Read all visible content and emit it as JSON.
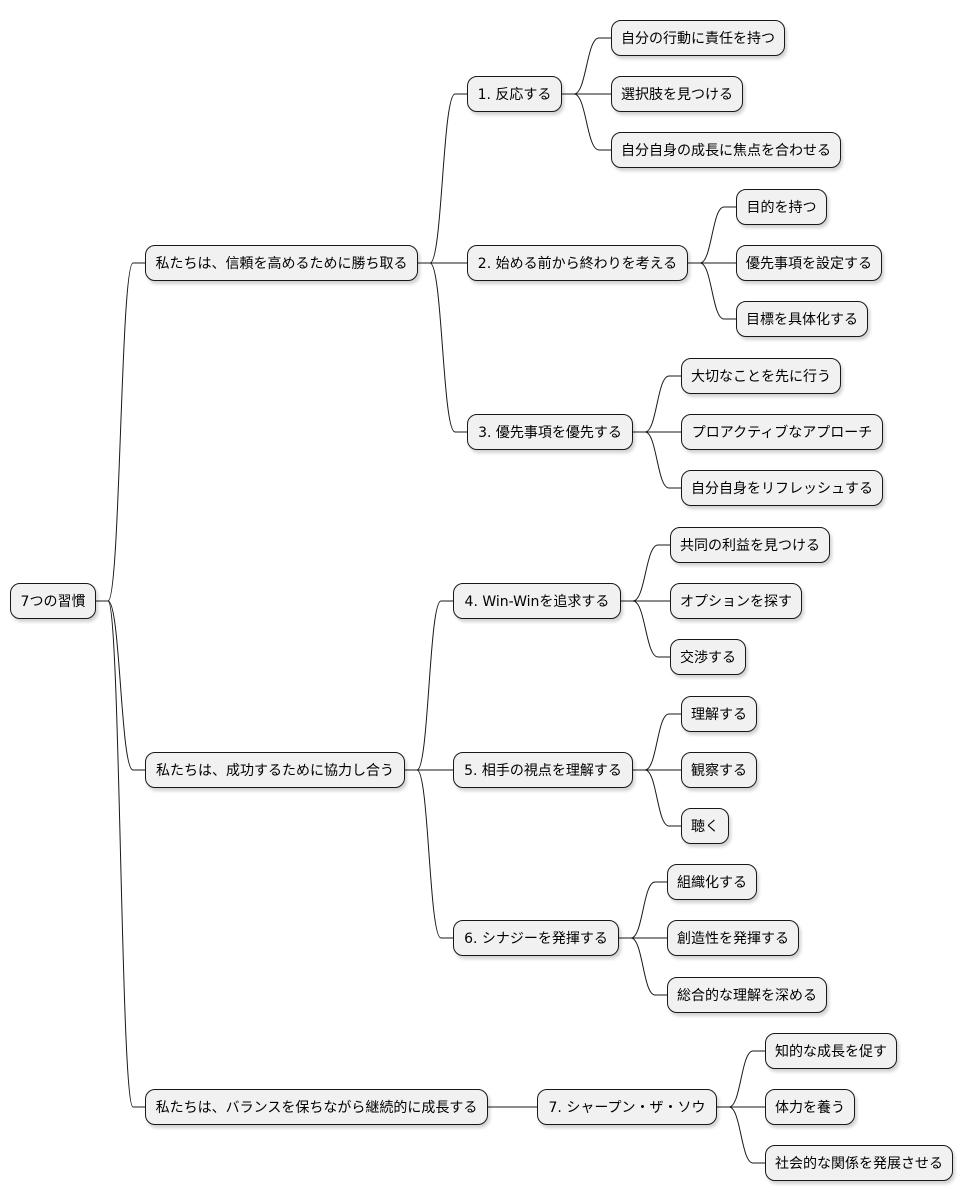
{
  "mindmap": {
    "root": {
      "label": "7つの習慣",
      "children": [
        {
          "label": "私たちは、信頼を高めるために勝ち取る",
          "children": [
            {
              "label": "1. 反応する",
              "children": [
                {
                  "label": "自分の行動に責任を持つ"
                },
                {
                  "label": "選択肢を見つける"
                },
                {
                  "label": "自分自身の成長に焦点を合わせる"
                }
              ]
            },
            {
              "label": "2. 始める前から終わりを考える",
              "children": [
                {
                  "label": "目的を持つ"
                },
                {
                  "label": "優先事項を設定する"
                },
                {
                  "label": "目標を具体化する"
                }
              ]
            },
            {
              "label": "3. 優先事項を優先する",
              "children": [
                {
                  "label": "大切なことを先に行う"
                },
                {
                  "label": "プロアクティブなアプローチ"
                },
                {
                  "label": "自分自身をリフレッシュする"
                }
              ]
            }
          ]
        },
        {
          "label": "私たちは、成功するために協力し合う",
          "children": [
            {
              "label": "4. Win-Winを追求する",
              "children": [
                {
                  "label": "共同の利益を見つける"
                },
                {
                  "label": "オプションを探す"
                },
                {
                  "label": "交渉する"
                }
              ]
            },
            {
              "label": "5. 相手の視点を理解する",
              "children": [
                {
                  "label": "理解する"
                },
                {
                  "label": "観察する"
                },
                {
                  "label": "聴く"
                }
              ]
            },
            {
              "label": "6. シナジーを発揮する",
              "children": [
                {
                  "label": "組織化する"
                },
                {
                  "label": "創造性を発揮する"
                },
                {
                  "label": "総合的な理解を深める"
                }
              ]
            }
          ]
        },
        {
          "label": "私たちは、バランスを保ちながら継続的に成長する",
          "children": [
            {
              "label": "7. シャープン・ザ・ソウ",
              "children": [
                {
                  "label": "知的な成長を促す"
                },
                {
                  "label": "体力を養う"
                },
                {
                  "label": "社会的な関係を発展させる"
                }
              ]
            }
          ]
        }
      ]
    }
  }
}
